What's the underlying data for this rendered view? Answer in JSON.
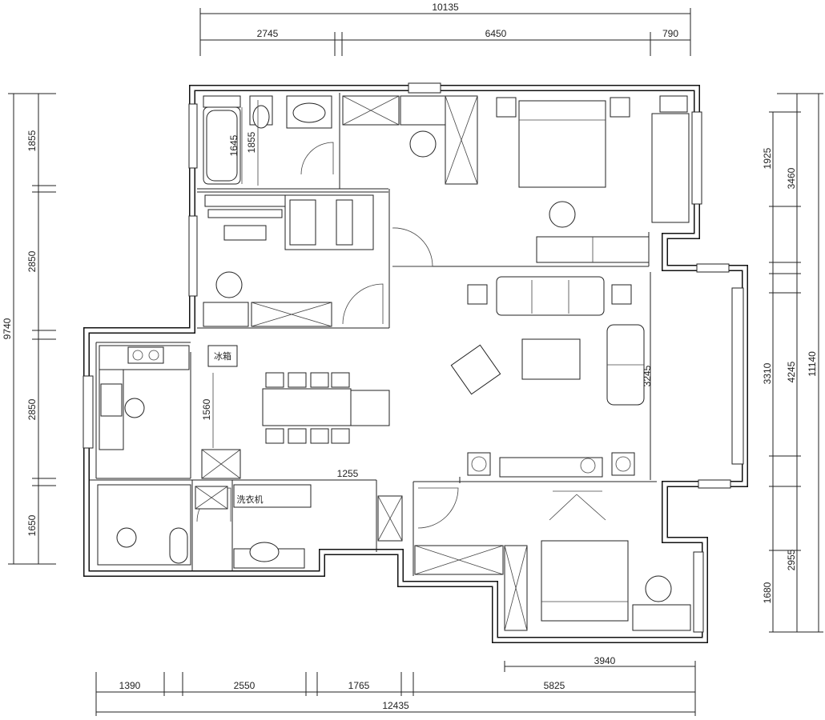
{
  "dimensions": {
    "top_total": "10135",
    "top_segments": [
      "2745",
      "6450",
      "790"
    ],
    "left_total": "9740",
    "left_segments": [
      "1855",
      "2850",
      "2850",
      "1650"
    ],
    "right_outer_total": "11140",
    "right_mid_segments": [
      "3460",
      "4245",
      "2955"
    ],
    "right_inner_segments": [
      "1925",
      "3310",
      "1680"
    ],
    "bottom_segments": [
      "1390",
      "2550",
      "1765",
      "5825"
    ],
    "bottom_total": "12435",
    "bottom_upper": "3940",
    "interior": {
      "bath_tub_width": "1645",
      "bath_tub_height": "1855",
      "kitchen_depth": "1560",
      "corridor": "1255",
      "living_depth": "3245"
    }
  },
  "labels": {
    "fridge": "冰箱",
    "washer": "洗衣机"
  }
}
